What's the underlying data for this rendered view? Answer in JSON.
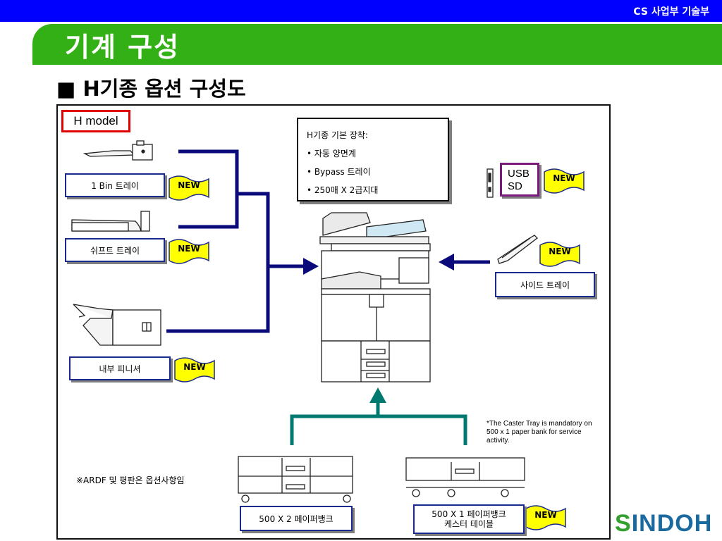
{
  "header": {
    "department": "CS 사업부 기술부"
  },
  "title": "기계 구성",
  "subtitle": "■ H기종 옵션 구성도",
  "model_label": "H model",
  "base_equipment": {
    "heading": "H기종 기본 장착:",
    "items": [
      "• 자동 양면계",
      "• Bypass 트레이",
      "• 250매 X 2급지대"
    ]
  },
  "options": {
    "bin_tray": "1 Bin 트레이",
    "shift_tray": "쉬프트 트레이",
    "internal_finisher": "내부 피니셔",
    "side_tray": "사이드 트레이",
    "usb_sd": [
      "USB",
      "SD"
    ],
    "paper_bank_2": "500 X 2 페이퍼뱅크",
    "paper_bank_1": [
      "500 X 1 페이퍼뱅크",
      "케스터 테이블"
    ]
  },
  "new_badge": "NEW",
  "caster_note": "*The Caster Tray is mandatory on 500 x 1 paper bank for service activity.",
  "ardf_note": "※ARDF 및 평판은 옵션사항임",
  "logo": {
    "text": "SINDOH",
    "first": "S",
    "rest": "INDOH"
  },
  "colors": {
    "top_bar": "#0000ff",
    "title_bar": "#33b016",
    "connector_navy": "#0a0a7a",
    "connector_teal": "#007a70",
    "badge_yellow": "#ffff00",
    "logo_blue": "#1a6aa0",
    "logo_green": "#33a030"
  }
}
